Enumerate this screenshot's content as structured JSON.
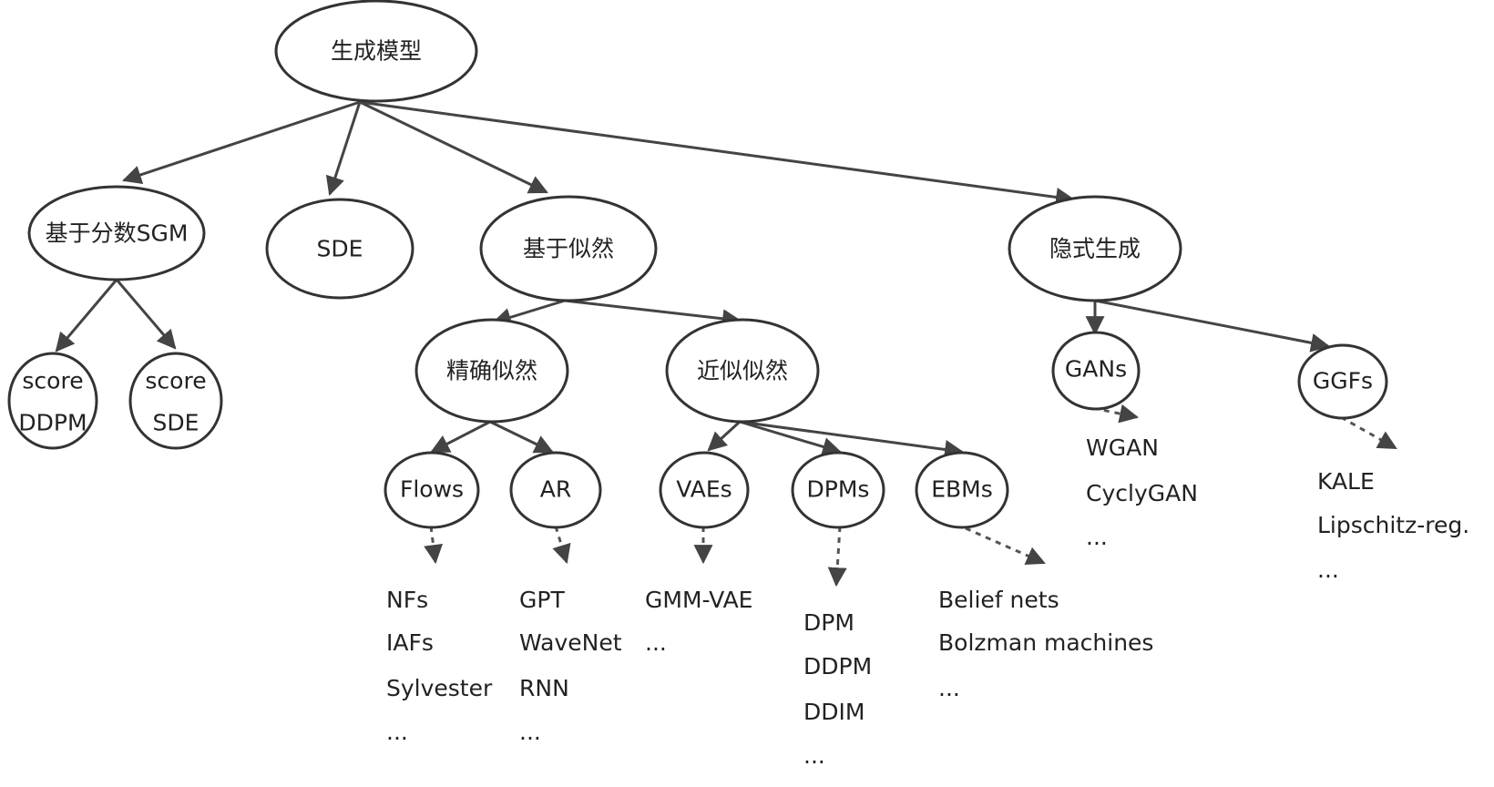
{
  "nodes": {
    "root": "生成模型",
    "sgm": "基于分数SGM",
    "sde": "SDE",
    "likelihood": "基于似然",
    "implicit": "隐式生成",
    "score_ddpm_1": "score",
    "score_ddpm_2": "DDPM",
    "score_sde_1": "score",
    "score_sde_2": "SDE",
    "exact": "精确似然",
    "approx": "近似似然",
    "gans": "GANs",
    "ggfs": "GGFs",
    "flows": "Flows",
    "ar": "AR",
    "vaes": "VAEs",
    "dpms": "DPMs",
    "ebms": "EBMs"
  },
  "leaves": {
    "flows": [
      "NFs",
      "IAFs",
      "Sylvester",
      "..."
    ],
    "ar": [
      "GPT",
      "WaveNet",
      "RNN",
      "..."
    ],
    "vaes": [
      "GMM-VAE",
      "..."
    ],
    "dpms": [
      "DPM",
      "DDPM",
      "DDIM",
      "..."
    ],
    "ebms": [
      "Belief nets",
      "Bolzman machines",
      "..."
    ],
    "gans": [
      "WGAN",
      "CyclyGAN",
      "..."
    ],
    "ggfs": [
      "KALE",
      "Lipschitz-reg.",
      "..."
    ]
  },
  "colors": {
    "stroke": "#333333",
    "text": "#222222",
    "background": "#ffffff"
  }
}
